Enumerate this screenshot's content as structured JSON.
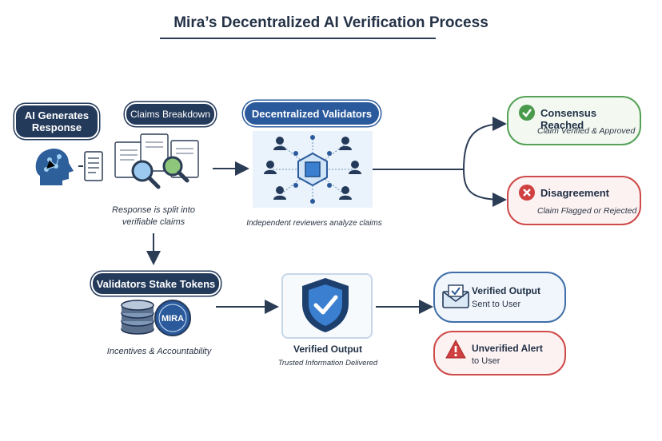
{
  "title": "Mira’s Decentralized AI Verification Process",
  "steps": {
    "generate": {
      "label": "AI Generates Response"
    },
    "breakdown": {
      "label": "Claims Breakdown",
      "caption": "Response is split into verifiable claims"
    },
    "validators": {
      "label": "Decentralized Validators",
      "caption": "Independent reviewers analyze claims"
    },
    "stake": {
      "label": "Validators Stake Tokens",
      "caption": "Incentives & Accountability",
      "token_text": "MIRA"
    },
    "verified_output": {
      "label": "Verified Output",
      "caption": "Trusted Information Delivered"
    }
  },
  "outcomes": {
    "consensus": {
      "title": "Consensus Reached",
      "subtitle": "Claim Verified & Approved"
    },
    "disagreement": {
      "title": "Disagreement",
      "subtitle": "Claim Flagged or Rejected"
    },
    "verified": {
      "title": "Verified Output",
      "subtitle": "Sent to User"
    },
    "unverified": {
      "title": "Unverified Alert",
      "subtitle": "to User"
    }
  },
  "colors": {
    "navy": "#243a5a",
    "blue": "#2a5a9c",
    "green": "#4a9a4c",
    "red": "#d04040",
    "arrow": "#2b3c55"
  }
}
